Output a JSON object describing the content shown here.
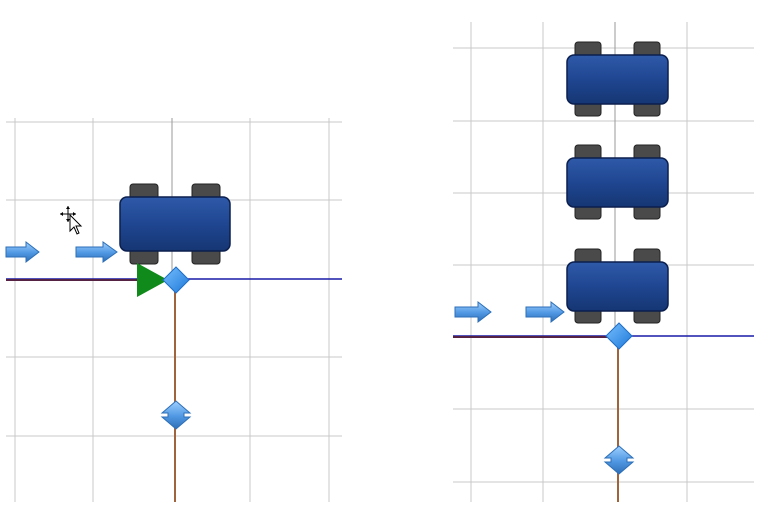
{
  "colors": {
    "background": "#ffffff",
    "grid": "#c8c8c8",
    "axis_gray": "#9a9a9a",
    "blue_line": "#1a1aa8",
    "dark_line": "#552244",
    "brown_line": "#a0643c",
    "vehicle_body": "#1f4691",
    "vehicle_body_edge": "#0b1f4e",
    "wheel": "#4a4a4a",
    "wheel_edge": "#222222",
    "arrow_fill": "#5aa0e6",
    "arrow_edge": "#2d6fb7",
    "diamond_fill": "#2a8ff0",
    "start_marker": "#0f8a1b"
  },
  "icons": {
    "cursor": "move-cursor-icon",
    "vehicle": "vehicle-icon",
    "flow_arrow": "flow-arrow-icon",
    "junction": "junction-diamond-icon",
    "start": "start-triangle-icon",
    "resize": "vertical-resize-icon"
  },
  "panels": [
    {
      "id": "left",
      "vehicles": 1,
      "flow_arrows": 2,
      "has_start_marker": true,
      "has_cursor": true
    },
    {
      "id": "right",
      "vehicles": 3,
      "flow_arrows": 2,
      "has_start_marker": false,
      "has_cursor": false
    }
  ]
}
